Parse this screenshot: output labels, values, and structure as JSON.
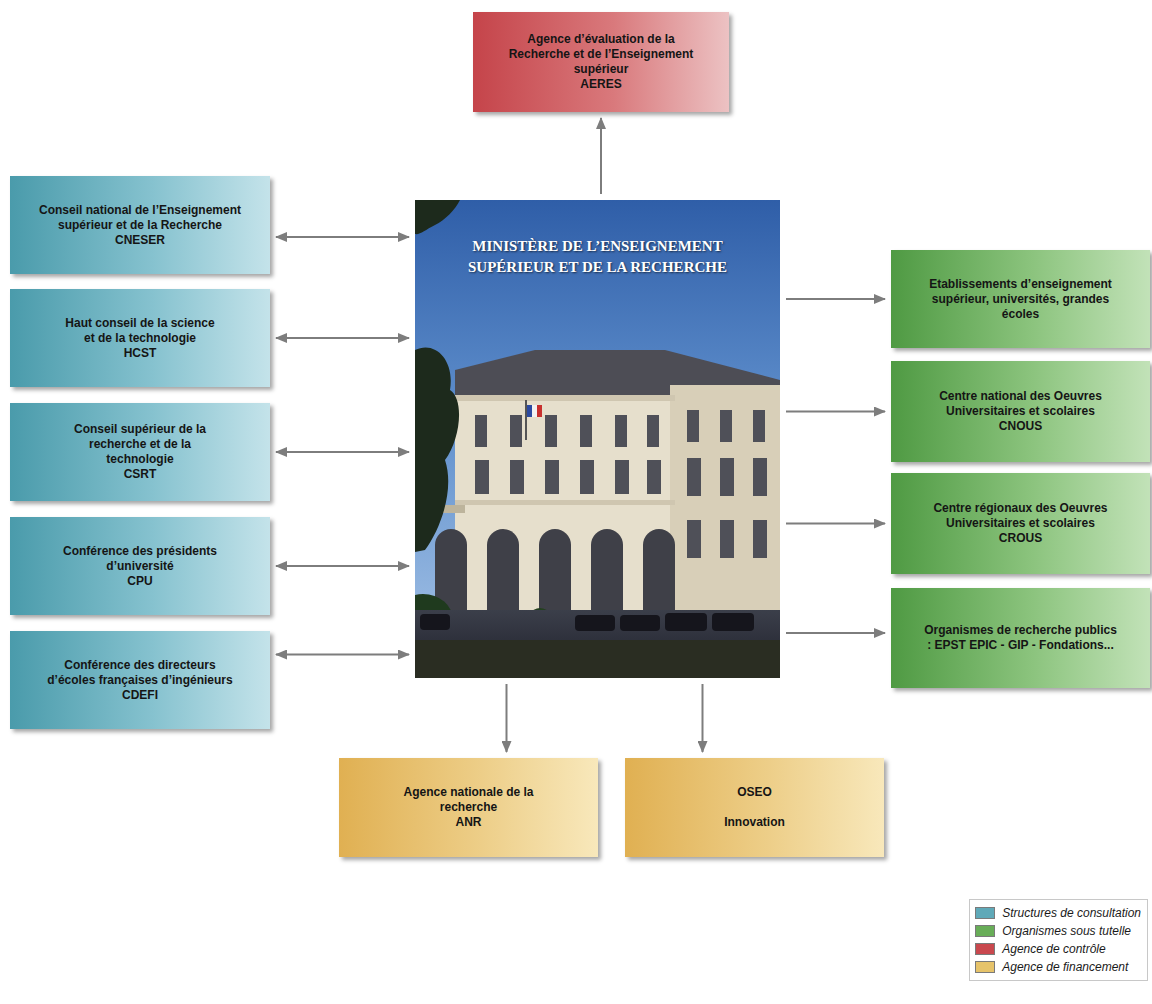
{
  "diagram": {
    "nodes": [
      {
        "text": [
          "Agence d’évaluation de la Recherche et de l’Enseignement supérieur",
          "AERES"
        ]
      },
      {
        "text": [
          "Conseil national de l’Enseignement supérieur et de la Recherche",
          "CNESER"
        ]
      },
      {
        "text": [
          "Haut conseil de la science et de la technologie",
          "HCST"
        ]
      },
      {
        "text": [
          "Conseil supérieur de la recherche et de la technologie",
          "CSRT"
        ]
      },
      {
        "text": [
          "Conférence des présidents d’université",
          "CPU"
        ]
      },
      {
        "text": [
          "Conférence des directeurs d’écoles françaises d’ingénieurs",
          "CDEFI"
        ]
      },
      {
        "text": [
          "MINISTÈRE DE L’ENSEIGNEMENT SUPÉRIEUR ET DE LA RECHERCHE"
        ]
      },
      {
        "text": [
          "Etablissements d’enseignement supérieur, universités, grandes écoles"
        ]
      },
      {
        "text": [
          "Centre national des Oeuvres Universitaires et scolaires",
          "CNOUS"
        ]
      },
      {
        "text": [
          "Centre régionaux des Oeuvres Universitaires et scolaires",
          "CROUS"
        ]
      },
      {
        "text": [
          "Organismes de recherche publics : EPST EPIC - GIP - Fondations..."
        ]
      },
      {
        "text": [
          "Agence nationale de la recherche",
          "ANR"
        ]
      },
      {
        "text": [
          "OSEO",
          "Innovation"
        ]
      }
    ],
    "edges": [
      {
        "from": 6,
        "to": 0,
        "arrow": "to"
      },
      {
        "from": 1,
        "to": 6,
        "arrow": "both"
      },
      {
        "from": 2,
        "to": 6,
        "arrow": "both"
      },
      {
        "from": 3,
        "to": 6,
        "arrow": "both"
      },
      {
        "from": 4,
        "to": 6,
        "arrow": "both"
      },
      {
        "from": 5,
        "to": 6,
        "arrow": "both"
      },
      {
        "from": 6,
        "to": 7,
        "arrow": "to"
      },
      {
        "from": 6,
        "to": 8,
        "arrow": "to"
      },
      {
        "from": 6,
        "to": 9,
        "arrow": "to"
      },
      {
        "from": 6,
        "to": 10,
        "arrow": "to"
      },
      {
        "from": 6,
        "to": 11,
        "arrow": "to"
      },
      {
        "from": 6,
        "to": 12,
        "arrow": "to"
      }
    ],
    "legend": [
      {
        "text": "Structures de consultation",
        "color": "#5fa9b8"
      },
      {
        "text": "Organismes sous tutelle",
        "color": "#68ad58"
      },
      {
        "text": "Agence de contrôle",
        "color": "#c9484e"
      },
      {
        "text": "Agence de financement",
        "color": "#e6c36a"
      }
    ]
  }
}
